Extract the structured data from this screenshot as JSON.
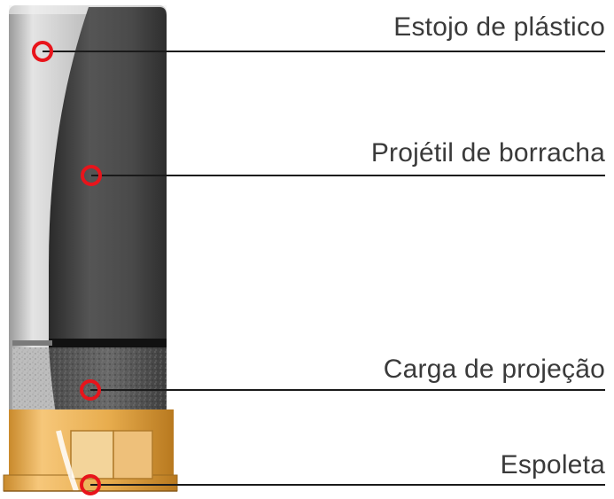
{
  "labels": [
    {
      "id": "estojo",
      "text": "Estojo de plástico"
    },
    {
      "id": "projetil",
      "text": "Projétil de borracha"
    },
    {
      "id": "carga",
      "text": "Carga de projeção"
    },
    {
      "id": "espoleta",
      "text": "Espoleta"
    }
  ],
  "colors": {
    "case_light": "#cfcfcf",
    "case_dark": "#6e6e6e",
    "projectile": "#3c3c3c",
    "powder": "#555555",
    "brass": "#e8ad4e",
    "marker": "#e8141b",
    "leader": "#1a1a1a",
    "text": "#3a3a3a"
  }
}
